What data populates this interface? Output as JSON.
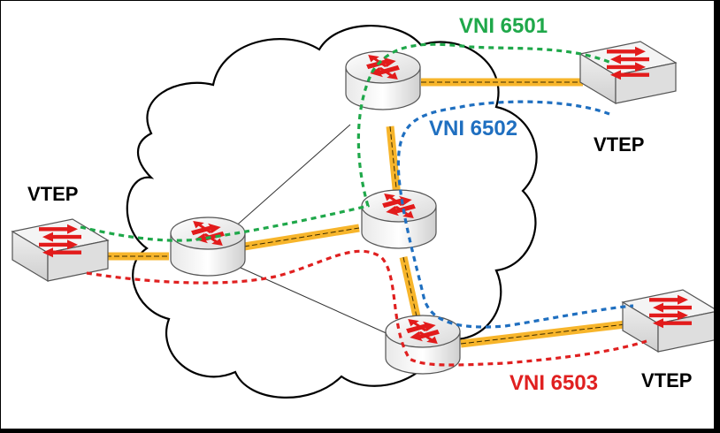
{
  "labels": {
    "vtep_left": "VTEP",
    "vtep_top_right": "VTEP",
    "vtep_bottom_right": "VTEP",
    "vni_6501": "VNI 6501",
    "vni_6502": "VNI 6502",
    "vni_6503": "VNI 6503"
  },
  "colors": {
    "vni_6501": "#1fa84a",
    "vni_6502": "#1f6fc0",
    "vni_6503": "#e02020",
    "underlay": "#f7b52b",
    "background": "#ffffff",
    "border": "#000000"
  },
  "icons": {
    "router": "router-icon",
    "switch": "switch-icon"
  }
}
